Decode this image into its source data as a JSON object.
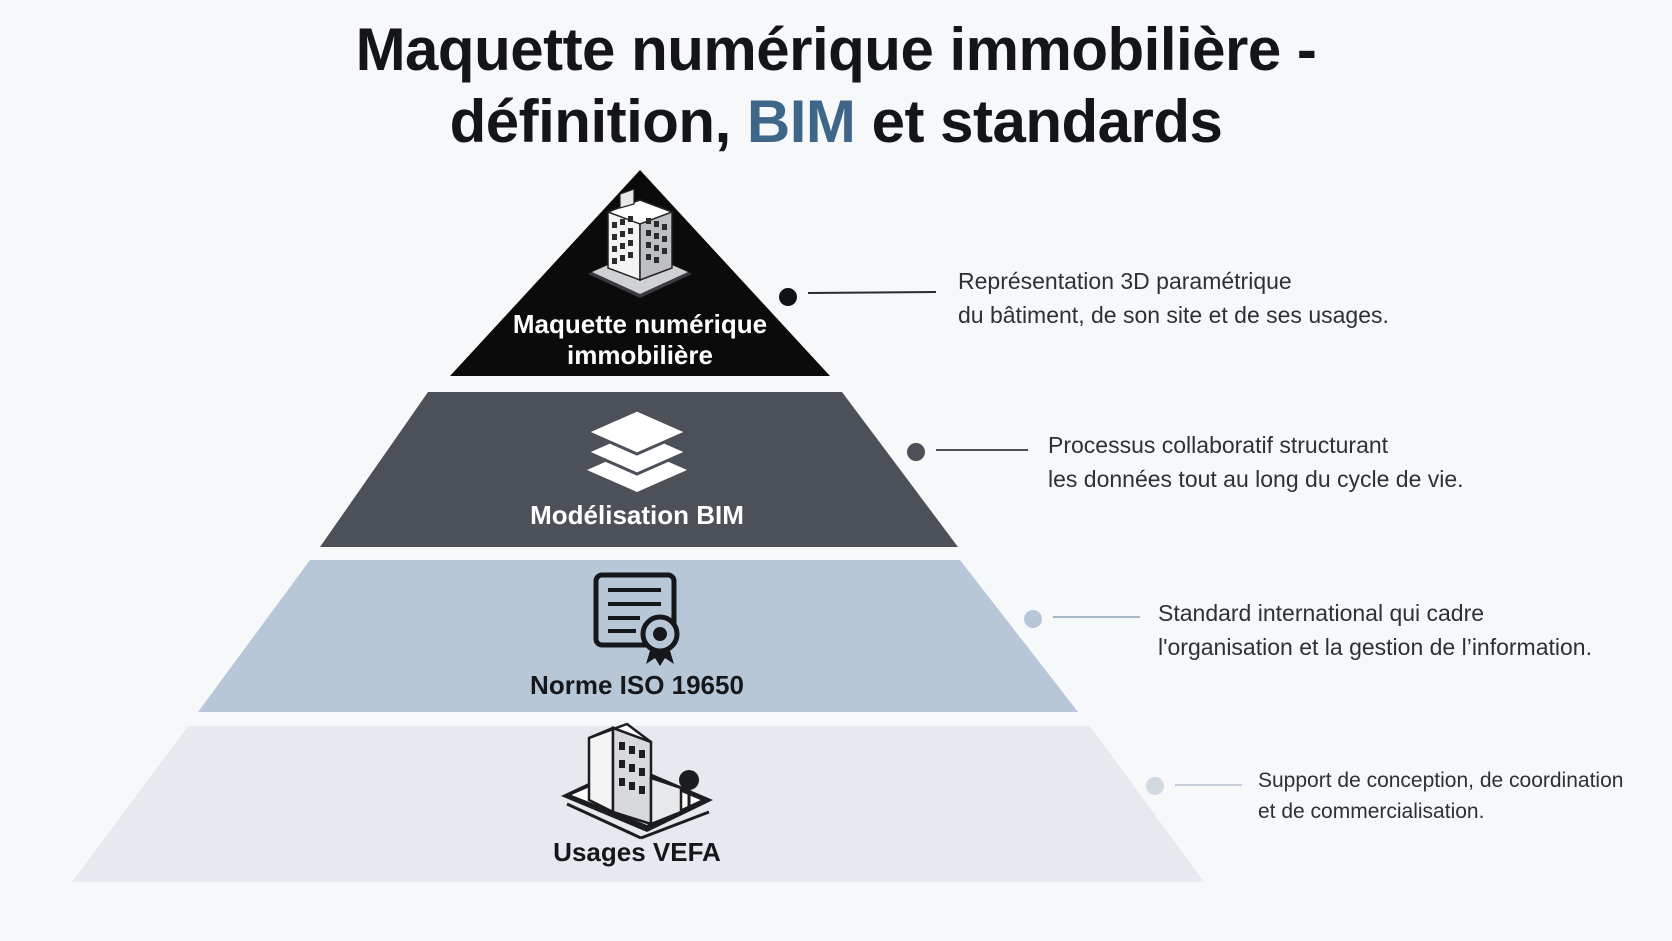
{
  "title": {
    "line1": "Maquette numérique immobilière -",
    "line2_before": "définition, ",
    "line2_accent": "BIM",
    "line2_after": " et standards",
    "accent_color": "#3d6689"
  },
  "levels": [
    {
      "label_line1": "Maquette numérique",
      "label_line2": "immobilière",
      "icon": "building-icon",
      "fill": "#0b0b0c",
      "text_color": "#ffffff",
      "description_line1": "Représentation 3D paramétrique",
      "description_line2": "du bâtiment, de son site et de ses usages."
    },
    {
      "label_line1": "Modélisation BIM",
      "icon": "layers-icon",
      "fill": "#4c5059",
      "text_color": "#ffffff",
      "description_line1": "Processus collaboratif structurant",
      "description_line2": "les données tout au long du cycle de vie."
    },
    {
      "label_line1": "Norme ISO 19650",
      "icon": "certificate-icon",
      "fill": "#b8c7d8",
      "text_color": "#15171b",
      "description_line1": "Standard international qui cadre",
      "description_line2": "l'organisation et la gestion de l’information."
    },
    {
      "label_line1": "Usages VEFA",
      "icon": "site-plan-icon",
      "fill": "#e6eaef",
      "text_color": "#15171b",
      "description_line1": "Support de conception, de coordination",
      "description_line2": "et de commercialisation."
    }
  ]
}
